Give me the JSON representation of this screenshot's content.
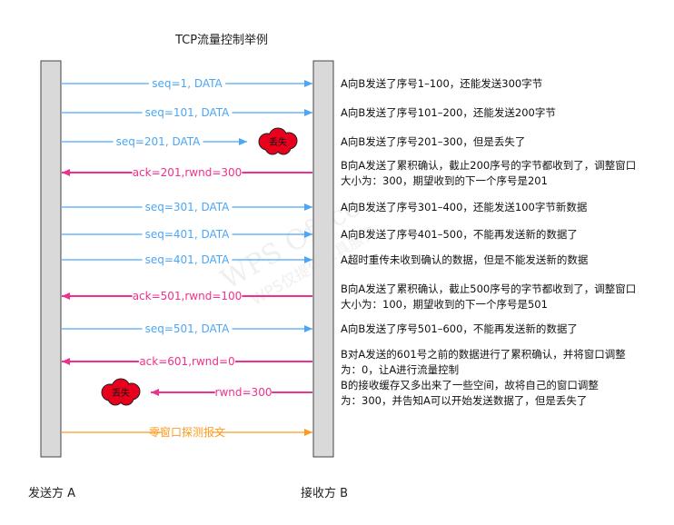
{
  "title": "TCP流量控制举例",
  "sender_label": "发送方 A",
  "receiver_label": "接收方 B",
  "watermark": {
    "line1": "WPS Office",
    "line2": "WPS仅提供工具服务"
  },
  "colors": {
    "blue": "#4da6f5",
    "pink": "#f0308a",
    "orange": "#ff9a1f",
    "bar_fill": "#d9d9d9",
    "loss_fill": "#e8001c"
  },
  "rows": [
    {
      "dir": "right",
      "color": "blue",
      "label": "seq=1, DATA",
      "note": [
        "A向B发送了序号1–100，还能发送300字节"
      ]
    },
    {
      "dir": "right",
      "color": "blue",
      "label": "seq=101, DATA",
      "note": [
        "A向B发送了序号101–200，还能发送200字节"
      ]
    },
    {
      "dir": "right",
      "color": "blue",
      "label": "seq=201, DATA",
      "lost": true,
      "lost_label": "丢失",
      "note": [
        "A向B发送了序号201–300，但是丢失了"
      ]
    },
    {
      "dir": "left",
      "color": "pink",
      "label": "ack=201,rwnd=300",
      "note": [
        "B向A发送了累积确认，截止200序号的字节都收到了，调整窗口",
        "大小为：300，期望收到的下一个序号是201"
      ]
    },
    {
      "dir": "right",
      "color": "blue",
      "label": "seq=301, DATA",
      "note": [
        "A向B发送了序号301–400，还能发送100字节新数据"
      ]
    },
    {
      "dir": "right",
      "color": "blue",
      "label": "seq=401, DATA",
      "note": [
        "A向B发送了序号401–500，不能再发送新的数据了"
      ]
    },
    {
      "dir": "right",
      "color": "blue",
      "label": "seq=401, DATA",
      "note": [
        "A超时重传未收到确认的数据，但是不能发送新的数据"
      ]
    },
    {
      "dir": "left",
      "color": "pink",
      "label": "ack=501,rwnd=100",
      "note": [
        "B向A发送了累积确认，截止500序号的字节都收到了，调整窗口",
        "大小为：100，期望收到的下一个序号是501"
      ]
    },
    {
      "dir": "right",
      "color": "blue",
      "label": "seq=501, DATA",
      "note": [
        "A向B发送了序号501–600，不能再发送新的数据了"
      ]
    },
    {
      "dir": "left",
      "color": "pink",
      "label": "ack=601,rwnd=0",
      "note": [
        "B对A发送的601号之前的数据进行了累积确认，并将窗口调整",
        "为：0，让A进行流量控制"
      ]
    },
    {
      "dir": "left",
      "color": "pink",
      "label": "rwnd=300",
      "lost": true,
      "lost_label": "丢失",
      "note": [
        "B的接收缓存又多出来了一些空间，故将自己的窗口调整",
        "为：300，并告知A可以开始发送数据了，但是丢失了"
      ]
    },
    {
      "dir": "right",
      "color": "orange",
      "label": "零窗口探测报文",
      "note": []
    }
  ]
}
